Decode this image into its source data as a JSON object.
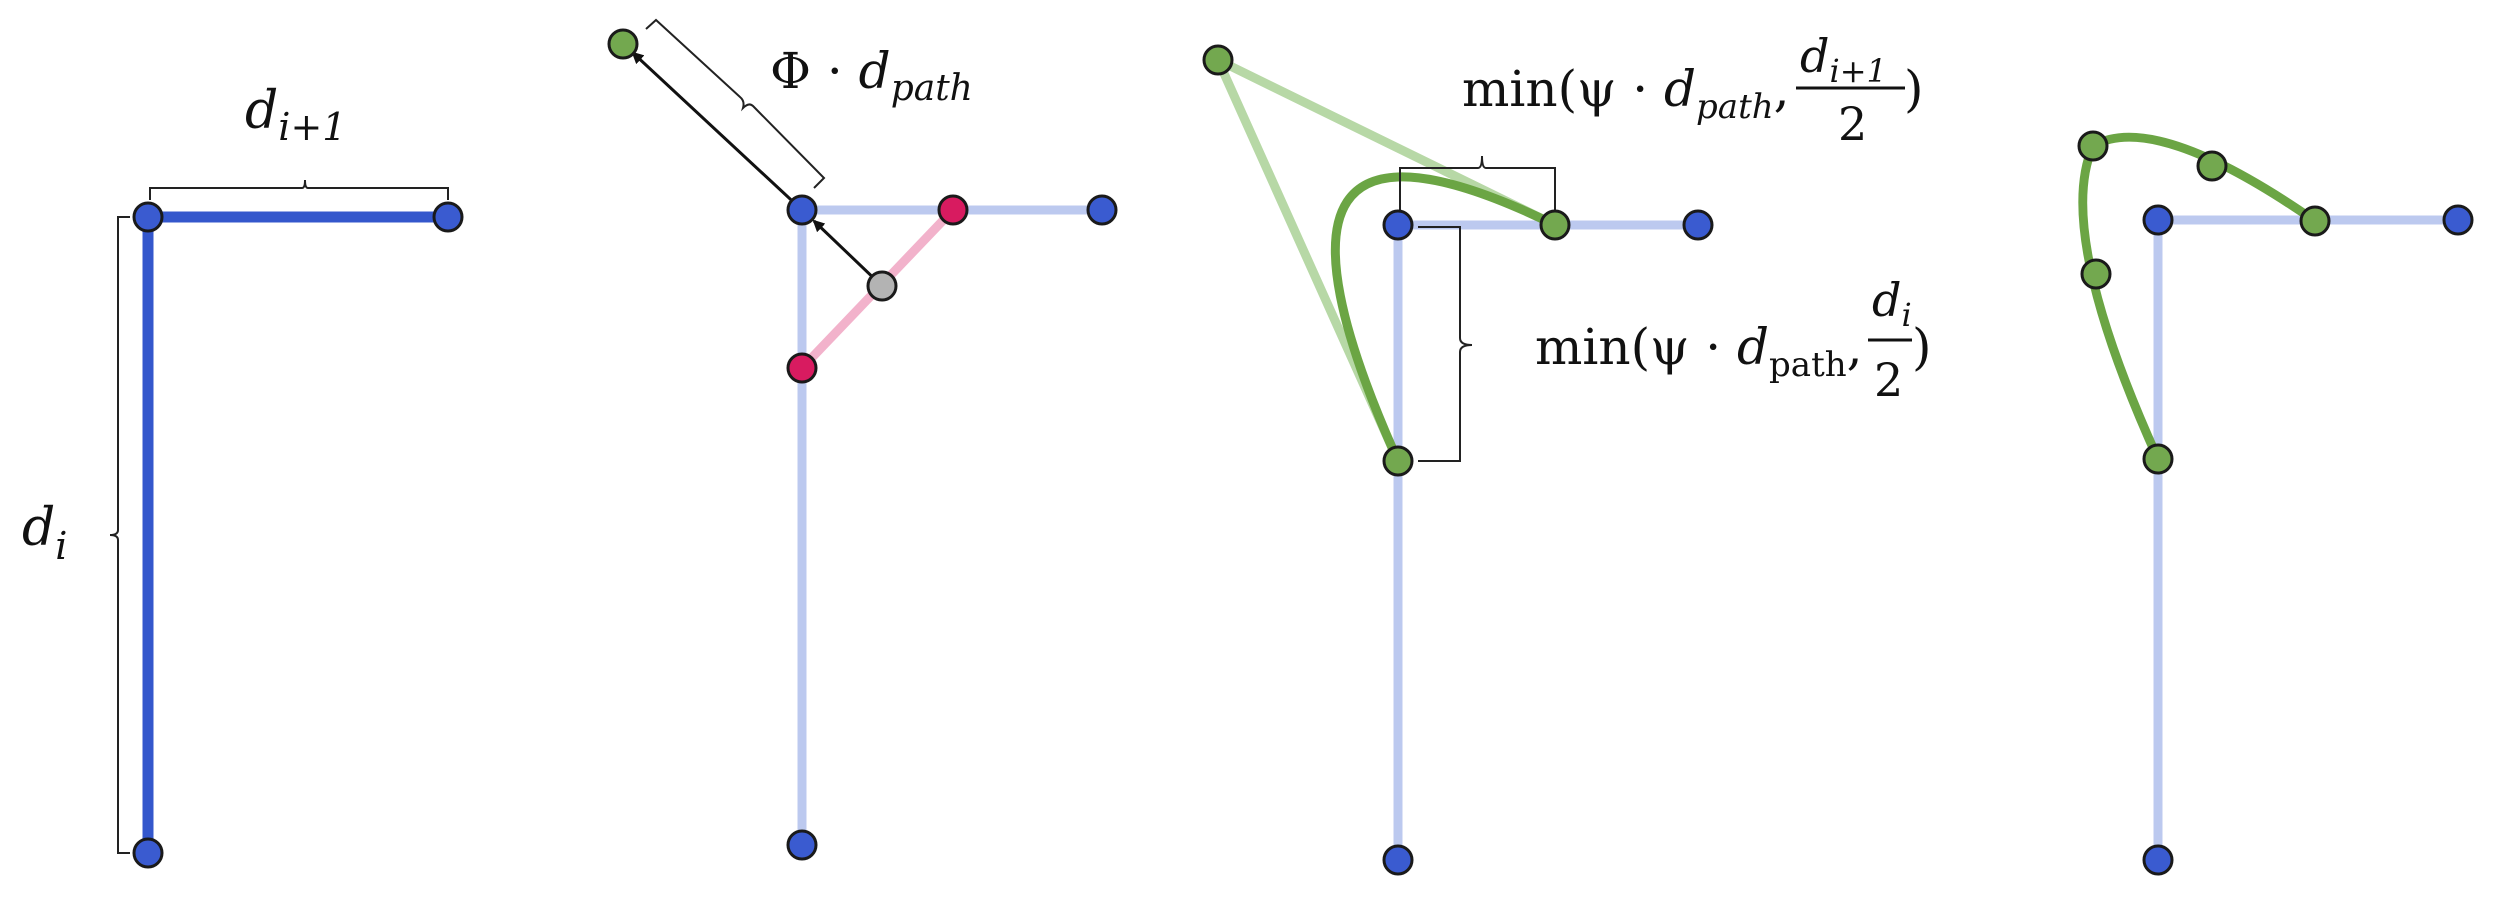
{
  "colors": {
    "path_strong": "#3457cc",
    "path_faint": "#bcc9ef",
    "node_blue": "#3a5bd0",
    "node_green": "#73a84f",
    "curve_green": "#6ba544",
    "curve_faint": "#b7d8a6",
    "node_red": "#d81b60",
    "line_pink": "#f2b2cb",
    "node_gray": "#b3b3b3",
    "arrow": "#111111"
  },
  "panel1": {
    "label_top_var": "d",
    "label_top_sub": "i+1",
    "label_left_var": "d",
    "label_left_sub": "i"
  },
  "panel2": {
    "label_phi": "Φ · ",
    "label_var": "d",
    "label_sub": "path"
  },
  "panel3": {
    "label_top_prefix": "min(ψ · ",
    "label_top_var": "d",
    "label_top_sub": "path",
    "label_top_comma": ",",
    "label_top_frac_num_var": "d",
    "label_top_frac_num_sub": "i+1",
    "label_top_frac_den": "2",
    "label_top_close": ")",
    "label_mid_prefix": "min(ψ · ",
    "label_mid_var": "d",
    "label_mid_sub": "path",
    "label_mid_comma": ",",
    "label_mid_frac_num_var": "d",
    "label_mid_frac_num_sub": "i",
    "label_mid_frac_den": "2",
    "label_mid_close": ")"
  },
  "icons": {
    "node": "circle-node-icon",
    "arrow": "arrow-icon",
    "brace": "curly-brace-icon"
  }
}
